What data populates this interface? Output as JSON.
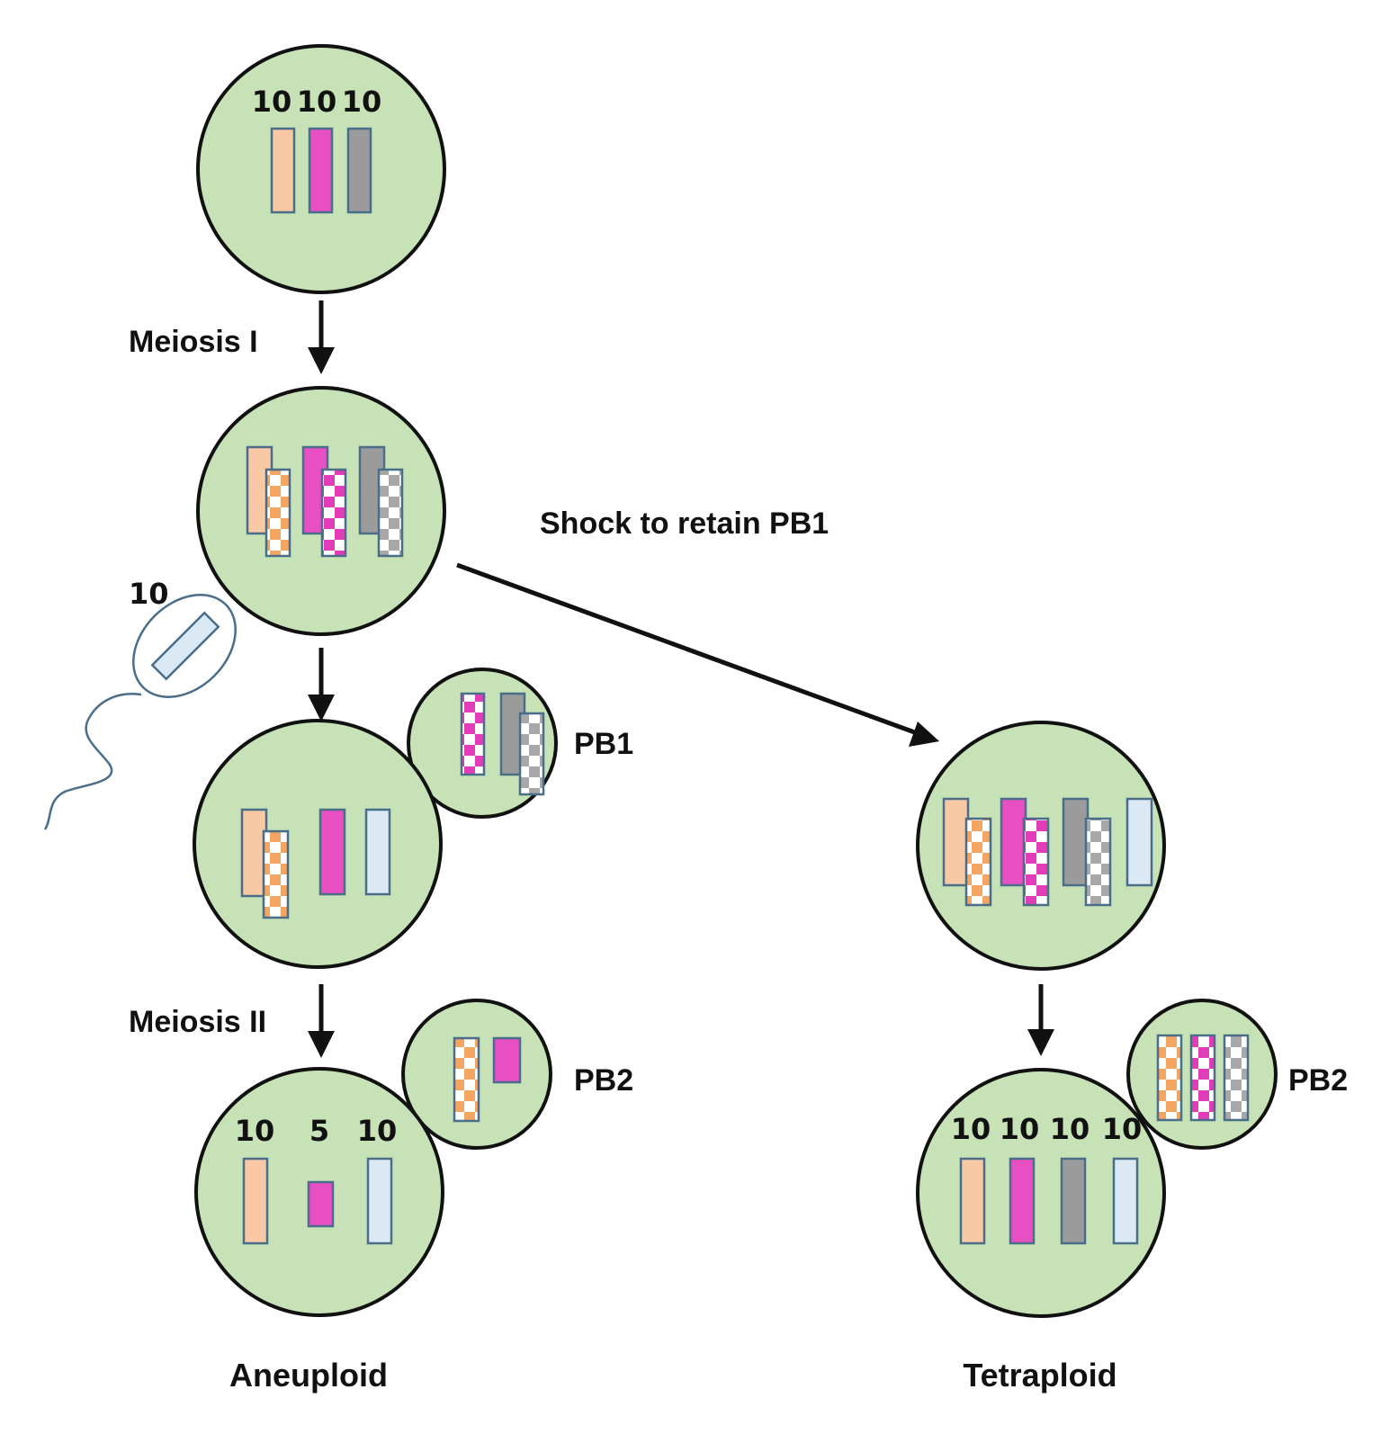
{
  "labels": {
    "meiosis_i": "Meiosis I",
    "meiosis_ii": "Meiosis II",
    "shock": "Shock to retain PB1",
    "pb1": "PB1",
    "pb2_left": "PB2",
    "pb2_right": "PB2",
    "aneuploid": "Aneuploid",
    "tetraploid": "Tetraploid"
  },
  "counts": {
    "top": [
      "10",
      "10",
      "10"
    ],
    "sperm": "10",
    "aneuploid": [
      "10",
      "5",
      "10"
    ],
    "tetraploid": [
      "10",
      "10",
      "10",
      "10"
    ]
  },
  "colors": {
    "cell_fill": "#c6e2b6",
    "orange": "#f8c9a4",
    "orange_check": "#f5a562",
    "magenta": "#e84fc3",
    "magenta_check": "#e23cb8",
    "gray": "#9b9b9b",
    "gray_check": "#a8a8a8",
    "light_blue": "#dbe9f4"
  }
}
